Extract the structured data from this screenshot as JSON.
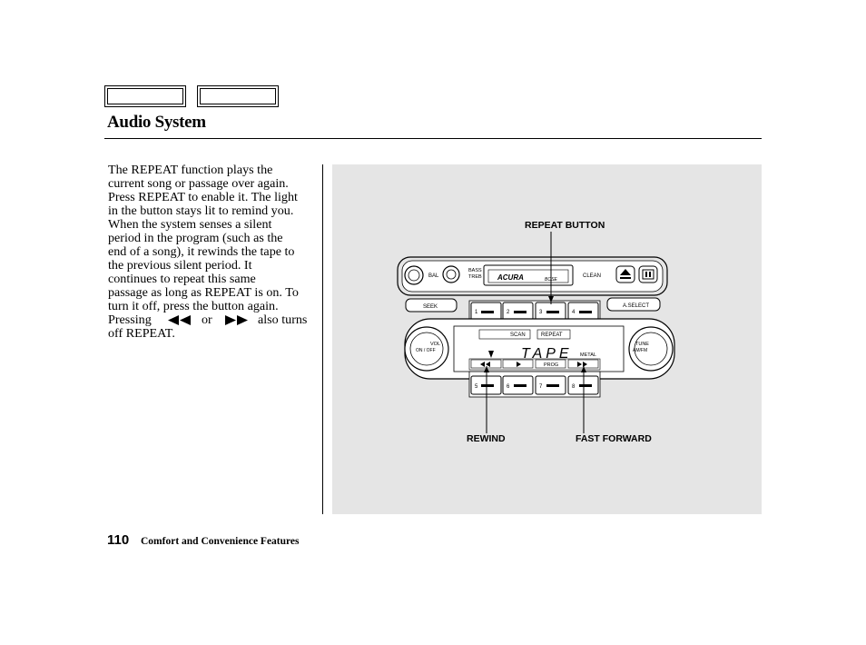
{
  "header": {
    "title": "Audio System"
  },
  "body": {
    "paragraph_lines": [
      "The REPEAT function plays the",
      "current song or passage over again.",
      "Press REPEAT to enable it. The light",
      "in the button stays lit to remind you.",
      "When the system senses a silent",
      "period in the program (such as the",
      "end of a song), it rewinds the tape to",
      "the previous silent period. It",
      "continues to repeat this same",
      "passage as long as REPEAT is on. To",
      "turn it off, press the button again."
    ],
    "pressing_word": "Pressing",
    "or_word": "or",
    "also_turns": "also turns",
    "last_line": "off REPEAT.",
    "rewind_icon": "rewind-icon",
    "fast_forward_icon": "fast-forward-icon"
  },
  "figure": {
    "callouts": {
      "repeat_button": "REPEAT BUTTON",
      "rewind": "REWIND",
      "fast_forward": "FAST FORWARD"
    },
    "unit_labels": {
      "bal": "BAL",
      "bass": "BASS",
      "treb": "TREB",
      "brand": "ACURA",
      "bose": "BOSE",
      "clean": "CLEAN",
      "seek": "SEEK",
      "a_select": "A.SELECT",
      "vol": "VOL",
      "on_off": "ON / OFF",
      "tune": "TUNE",
      "am_fm": "AM/FM",
      "scan": "SCAN",
      "repeat": "REPEAT",
      "tape": "TAPE",
      "metal": "METAL",
      "prog": "PROG",
      "preset_1": "1",
      "preset_2": "2",
      "preset_3": "3",
      "preset_4": "4",
      "preset_5": "5",
      "preset_6": "6",
      "preset_7": "7",
      "preset_8": "8"
    }
  },
  "footer": {
    "page_number": "110",
    "section": "Comfort and Convenience Features"
  }
}
